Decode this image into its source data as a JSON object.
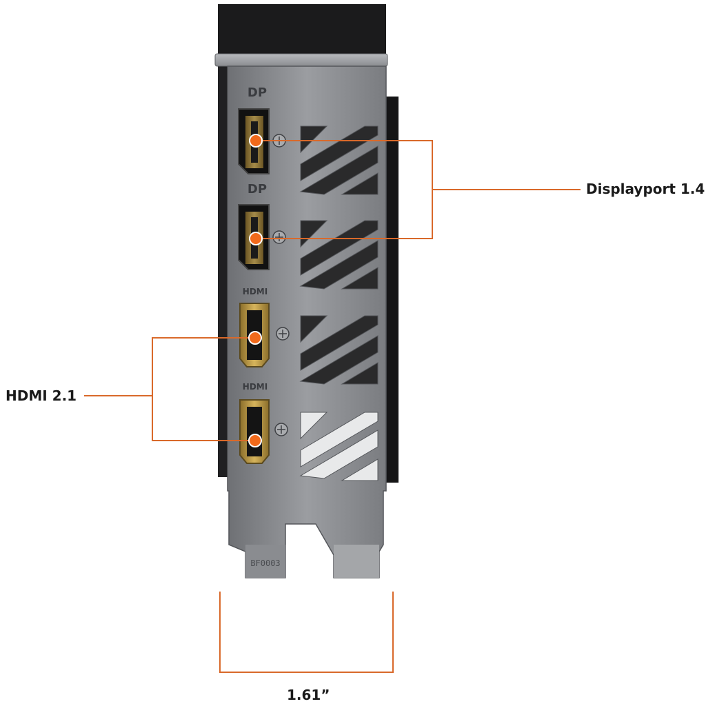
{
  "callouts": {
    "displayport": "Displayport 1.4",
    "hdmi": "HDMI 2.1",
    "bracket_width": "1.61”"
  },
  "ports": [
    {
      "type": "DisplayPort",
      "printed_label": "DP"
    },
    {
      "type": "DisplayPort",
      "printed_label": "DP"
    },
    {
      "type": "HDMI",
      "printed_label": "HDMI"
    },
    {
      "type": "HDMI",
      "printed_label": "HDMI"
    }
  ],
  "bracket": {
    "engraving": "BF0003"
  },
  "colors": {
    "callout_line": "#d9692a",
    "callout_dot": "#f26a1b",
    "bracket_metal": "#8f9195",
    "card_body": "#1b1b1c",
    "connector_gold": "#b8963c"
  }
}
